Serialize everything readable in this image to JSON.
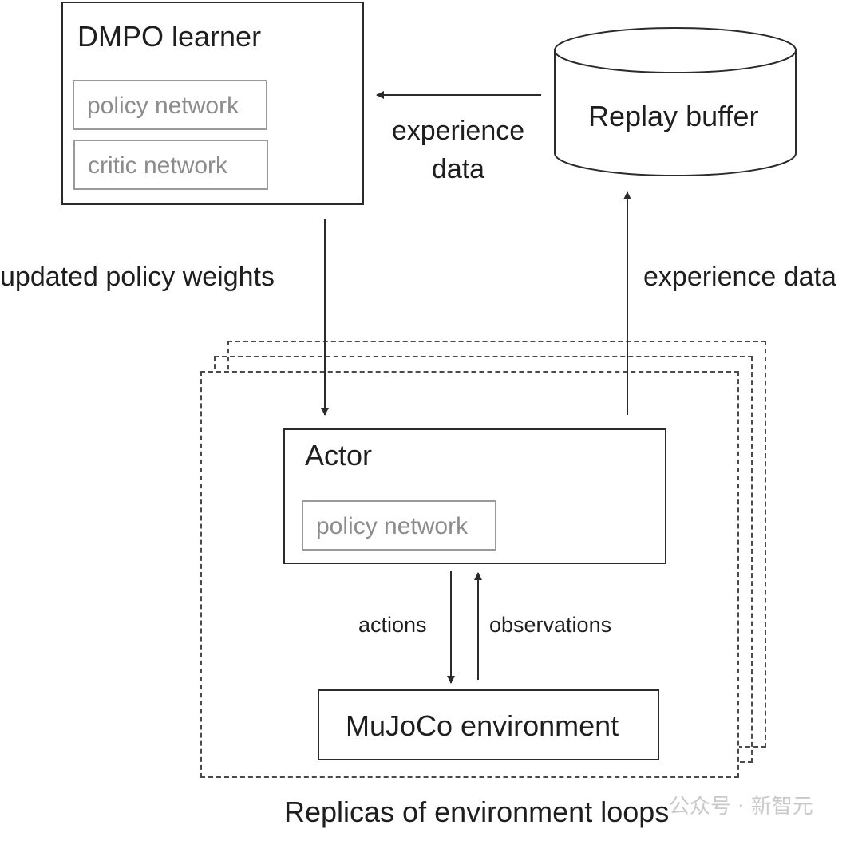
{
  "learner": {
    "title": "DMPO learner",
    "policy_network": "policy network",
    "critic_network": "critic network"
  },
  "replay_buffer": {
    "label": "Replay buffer"
  },
  "edges": {
    "buffer_to_learner_line1": "experience",
    "buffer_to_learner_line2": "data",
    "learner_to_actor": "updated policy weights",
    "actor_to_buffer": "experience data",
    "actor_to_env": "actions",
    "env_to_actor": "observations"
  },
  "actor": {
    "title": "Actor",
    "policy_network": "policy network"
  },
  "environment": {
    "label": "MuJoCo environment"
  },
  "replicas": {
    "caption": "Replicas of environment loops"
  },
  "watermark": {
    "text": "公众号 · 新智元"
  }
}
